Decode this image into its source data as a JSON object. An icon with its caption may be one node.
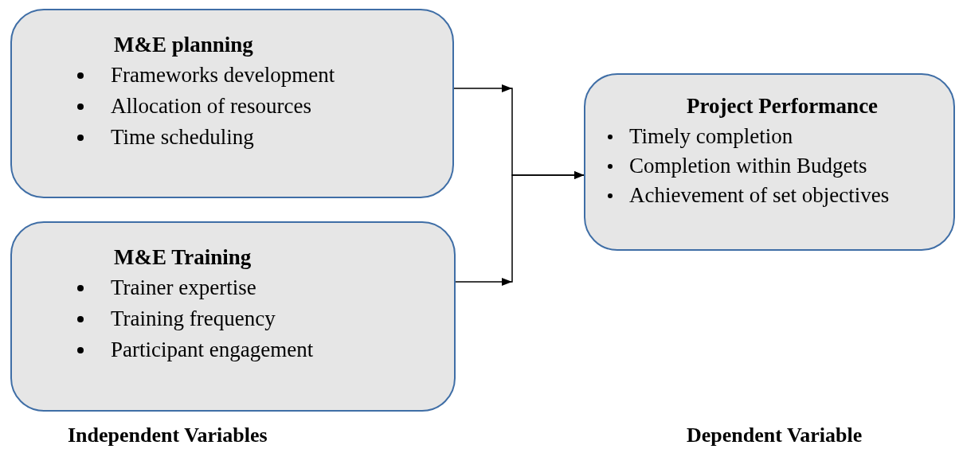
{
  "diagram": {
    "nodes": [
      {
        "text": [
          "M&E planning",
          "Frameworks development",
          "Allocation of resources",
          "Time scheduling"
        ]
      },
      {
        "text": [
          "M&E Training",
          "Trainer expertise",
          "Training frequency",
          "Participant engagement"
        ]
      },
      {
        "text": [
          "Project Performance",
          "Timely completion",
          "Completion within Budgets",
          "Achievement of set objectives"
        ]
      }
    ],
    "edges": [
      {
        "from": 0,
        "to": 2,
        "arrow": "to"
      },
      {
        "from": 1,
        "to": 2,
        "arrow": "to"
      }
    ],
    "labels": [
      "Independent Variables",
      "Dependent Variable"
    ]
  }
}
